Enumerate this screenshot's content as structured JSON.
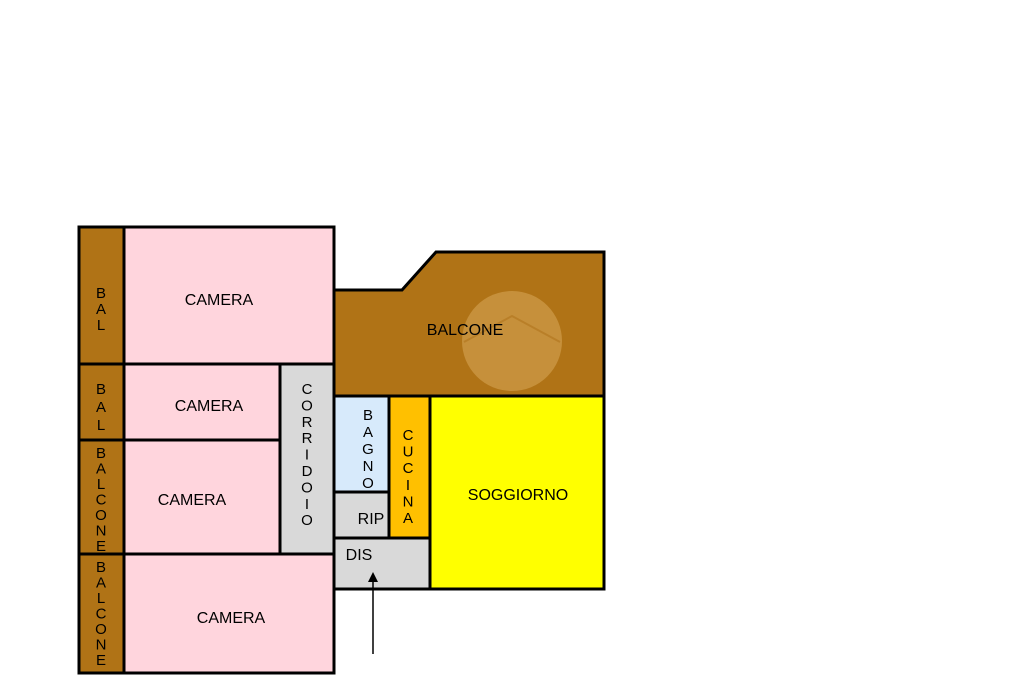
{
  "colors": {
    "balcony": "#b07316",
    "bedroom": "#ffd5dd",
    "corridor": "#d9d9d9",
    "bathroom": "#d7eafb",
    "kitchen": "#ffc000",
    "living": "#ffff00",
    "wall": "#000000",
    "watermark": "#d8a85a"
  },
  "rooms": {
    "bal_1": {
      "label": "BAL"
    },
    "camera_1": {
      "label": "CAMERA"
    },
    "balcone_main": {
      "label": "BALCONE"
    },
    "bal_2": {
      "label": "BAL"
    },
    "camera_2": {
      "label": "CAMERA"
    },
    "corridoio": {
      "label": "CORRIDOIO"
    },
    "bagno": {
      "label": "BAGNO"
    },
    "cucina": {
      "label": "CUCINA"
    },
    "soggiorno": {
      "label": "SOGGIORNO"
    },
    "balcone_2": {
      "label": "BALCONE"
    },
    "camera_3": {
      "label": "CAMERA"
    },
    "rip": {
      "label": "RIP"
    },
    "dis": {
      "label": "DIS"
    },
    "balcone_3": {
      "label": "BALCONE"
    },
    "camera_4": {
      "label": "CAMERA"
    }
  },
  "icons": {
    "entrance": "entrance-arrow-icon",
    "watermark": "watermark-logo-icon"
  }
}
